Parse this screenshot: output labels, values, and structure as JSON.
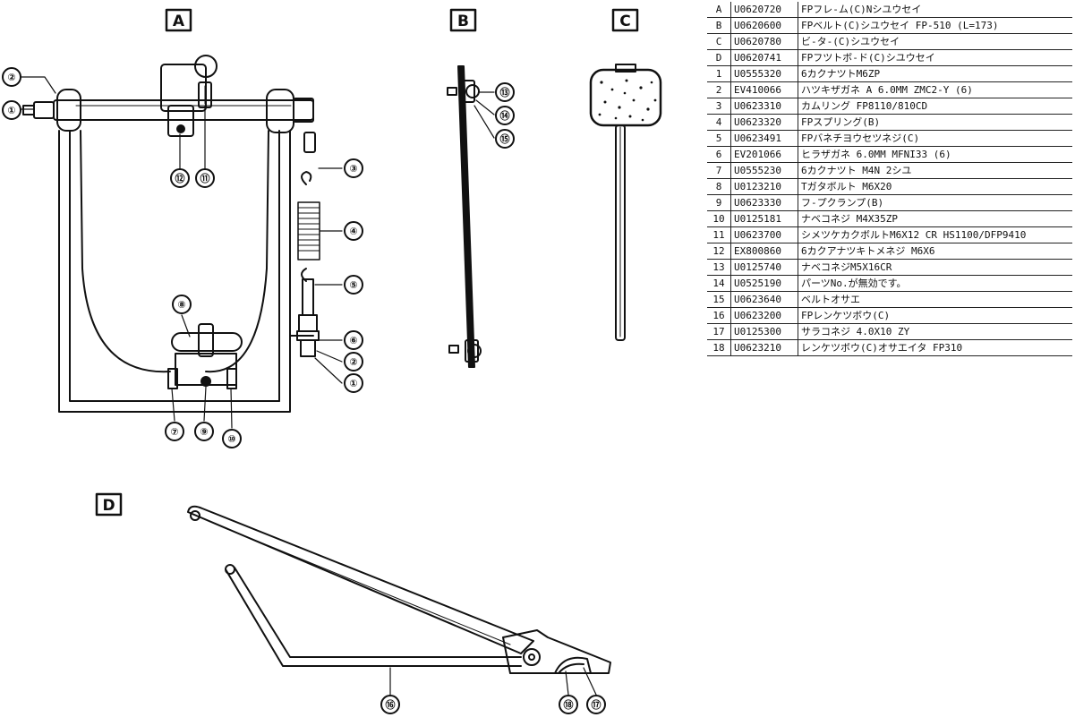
{
  "panels": {
    "a": "A",
    "b": "B",
    "c": "C",
    "d": "D"
  },
  "callouts": {
    "a": [
      "②",
      "①",
      "⑫",
      "⑪",
      "③",
      "④",
      "⑤",
      "⑥",
      "②",
      "①",
      "⑧",
      "⑦",
      "⑨",
      "⑩"
    ],
    "b": [
      "⑬",
      "⑭",
      "⑮"
    ],
    "d": [
      "⑯",
      "⑱",
      "⑰"
    ]
  },
  "parts": [
    {
      "key": "A",
      "code": "U0620720",
      "desc": "FPフレ-ム(C)Nシユウセイ"
    },
    {
      "key": "B",
      "code": "U0620600",
      "desc": "FPベルト(C)シユウセイ FP-510 (L=173)"
    },
    {
      "key": "C",
      "code": "U0620780",
      "desc": "ビ-タ-(C)シユウセイ"
    },
    {
      "key": "D",
      "code": "U0620741",
      "desc": "FPフツトボ-ド(C)シユウセイ"
    },
    {
      "key": "1",
      "code": "U0555320",
      "desc": "6カクナツトM6ZP"
    },
    {
      "key": "2",
      "code": "EV410066",
      "desc": "ハツキザガネ A 6.0MM ZMC2-Y (6)"
    },
    {
      "key": "3",
      "code": "U0623310",
      "desc": "カムリング FP8110/810CD"
    },
    {
      "key": "4",
      "code": "U0623320",
      "desc": "FPスプリング(B)"
    },
    {
      "key": "5",
      "code": "U0623491",
      "desc": "FPバネチヨウセツネジ(C)"
    },
    {
      "key": "6",
      "code": "EV201066",
      "desc": "ヒラザガネ 6.0MM MFNI33 (6)"
    },
    {
      "key": "7",
      "code": "U0555230",
      "desc": "6カクナツト M4N 2シユ"
    },
    {
      "key": "8",
      "code": "U0123210",
      "desc": "Tガタボルト M6X20"
    },
    {
      "key": "9",
      "code": "U0623330",
      "desc": "フ-プクランプ(B)"
    },
    {
      "key": "10",
      "code": "U0125181",
      "desc": "ナベコネジ M4X35ZP"
    },
    {
      "key": "11",
      "code": "U0623700",
      "desc": "シメツケカクボルトM6X12 CR HS1100/DFP9410"
    },
    {
      "key": "12",
      "code": "EX800860",
      "desc": "6カクアナツキトメネジ M6X6"
    },
    {
      "key": "13",
      "code": "U0125740",
      "desc": "ナベコネジM5X16CR"
    },
    {
      "key": "14",
      "code": "U0525190",
      "desc": "パーツNo.が無効です。"
    },
    {
      "key": "15",
      "code": "U0623640",
      "desc": "ベルトオサエ"
    },
    {
      "key": "16",
      "code": "U0623200",
      "desc": "FPレンケツボウ(C)"
    },
    {
      "key": "17",
      "code": "U0125300",
      "desc": "サラコネジ 4.0X10 ZY"
    },
    {
      "key": "18",
      "code": "U0623210",
      "desc": "レンケツボウ(C)オサエイタ FP310"
    }
  ]
}
